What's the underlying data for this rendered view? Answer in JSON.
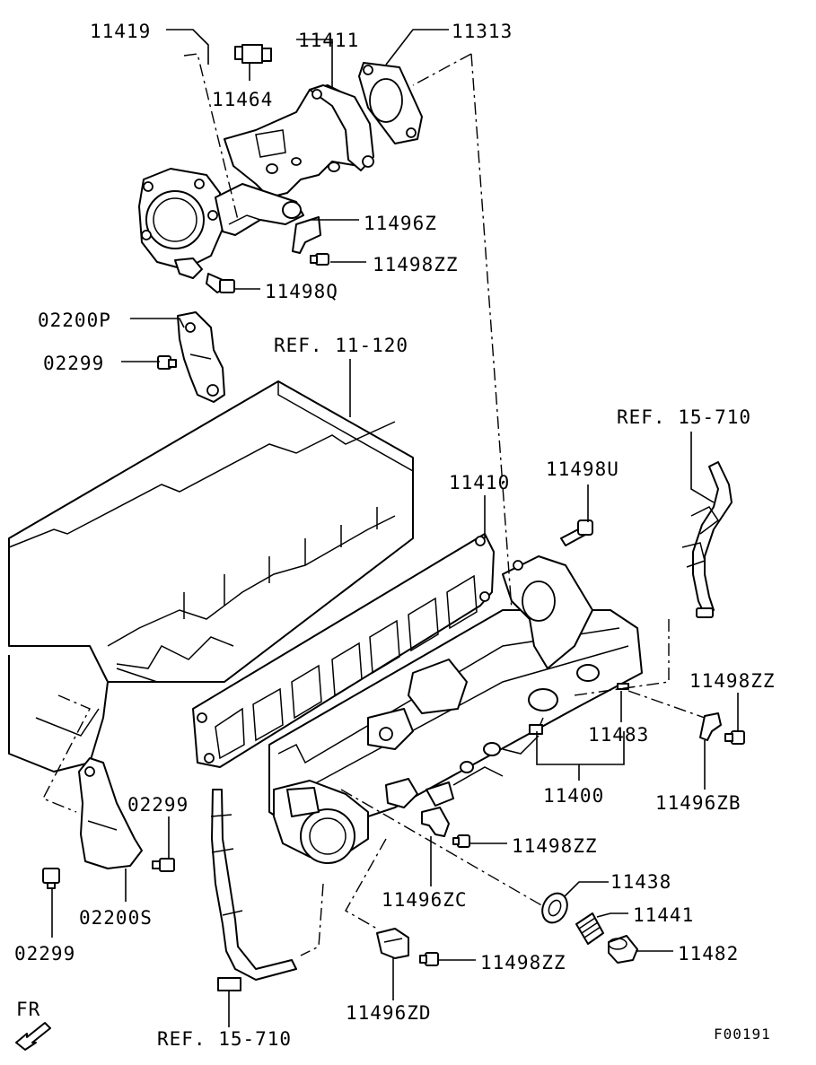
{
  "labels": {
    "p11419": "11419",
    "p11411": "11411",
    "p11313": "11313",
    "p11464": "11464",
    "p11496Z": "11496Z",
    "p11498ZZ_top": "11498ZZ",
    "p11498Q": "11498Q",
    "p02200P": "02200P",
    "p02299_top": "02299",
    "ref_11_120": "REF. 11-120",
    "ref_15_710_right": "REF. 15-710",
    "p11410": "11410",
    "p11498U": "11498U",
    "p11498ZZ_right": "11498ZZ",
    "p11483": "11483",
    "p11400": "11400",
    "p11496ZB": "11496ZB",
    "p02299_mid": "02299",
    "p11498ZZ_mid": "11498ZZ",
    "p11496ZC": "11496ZC",
    "p11438": "11438",
    "p02200S": "02200S",
    "p11441": "11441",
    "p02299_bottom": "02299",
    "p11482": "11482",
    "p11498ZZ_bottom": "11498ZZ",
    "p11496ZD": "11496ZD",
    "fr": "FR",
    "ref_15_710_bottom": "REF. 15-710",
    "figure_code": "F00191"
  }
}
